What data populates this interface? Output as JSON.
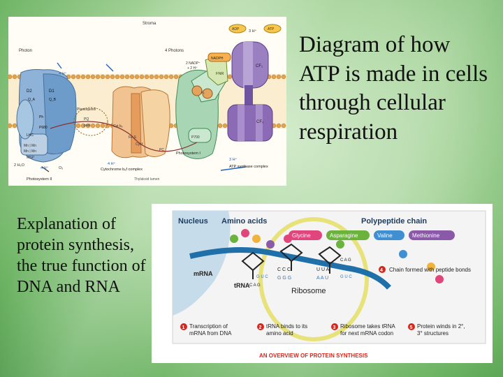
{
  "slide": {
    "title": "Diagram of how ATP is made in cells through cellular respiration",
    "side_text": "Explanation of protein synthesis, the true function of DNA and RNA"
  },
  "photosynthesis_diagram": {
    "top_labels": {
      "stroma": "Stroma",
      "photon_left": "Photon",
      "photons_right": "4 Photons",
      "adp": "ADP",
      "atp": "ATP",
      "h3": "3 H⁺",
      "nadph": "NADPH",
      "nadp": "2 NADP⁺",
      "h2": "+ 2 H⁺",
      "fnr": "FNR",
      "h4": "4 H⁺",
      "cf1": "CF₁",
      "cf0": "CF₀"
    },
    "complex_labels": {
      "d2": "D2",
      "d1": "D1",
      "qa": "Q_A",
      "qb": "Q_B",
      "ph": "Ph",
      "p680": "P680",
      "lhc": "LHC",
      "plastoquinol": "Plastoquinol",
      "pq": "PQ",
      "pool": "pool",
      "cytb6": "Cyt b₆",
      "fes": "Fe-S",
      "cytf": "Cyt f",
      "pc": "PC",
      "fx": "Fₓ",
      "p700": "P700",
      "mn1": "Mn | Mn",
      "mn2": "Mn | Mn",
      "msp": "MSP",
      "water": "2 H₂O",
      "o2": "O₂",
      "h4b": "4 H⁺",
      "h4c": "4 H⁺",
      "h3b": "3 H⁺"
    },
    "bottom_labels": {
      "ps2": "Photosystem II",
      "cyt_complex": "Cytochrome b₆f complex",
      "lumen": "Thylakoid lumen",
      "ps1": "Photosystem I",
      "atp_synthase": "ATP synthase complex"
    }
  },
  "protein_synthesis_diagram": {
    "nucleus": "Nucleus",
    "amino_acids": "Amino acids",
    "polypeptide_chain": "Polypeptide chain",
    "amino_tags": [
      {
        "label": "Glycine",
        "color": "#e0457b"
      },
      {
        "label": "Asparagine",
        "color": "#6cb33e"
      },
      {
        "label": "Valine",
        "color": "#3f8fd2"
      },
      {
        "label": "Methionine",
        "color": "#8a59a8"
      }
    ],
    "mrna": "mRNA",
    "trna": "tRNA",
    "ribosome": "Ribosome",
    "step4": "Chain formed with peptide bonds",
    "steps": [
      {
        "num": "1",
        "text": "Transcription of mRNA from DNA"
      },
      {
        "num": "2",
        "text": "tRNA binds to its amino acid"
      },
      {
        "num": "3",
        "text": "Ribosome takes tRNA for next mRNA codon"
      },
      {
        "num": "5",
        "text": "Protein winds in 2°, 3° structures"
      }
    ],
    "codons": {
      "anticodon1": "C C C",
      "anticodon2": "U U A",
      "codon_mid": "G G G",
      "codon_right": "A A U",
      "trna_left": "C A G",
      "trna_right": "C A G",
      "guc_left": "G U C",
      "guc_right": "G U C"
    },
    "footer": "AN OVERVIEW OF PROTEIN SYNTHESIS",
    "accent": "#d9261c"
  }
}
